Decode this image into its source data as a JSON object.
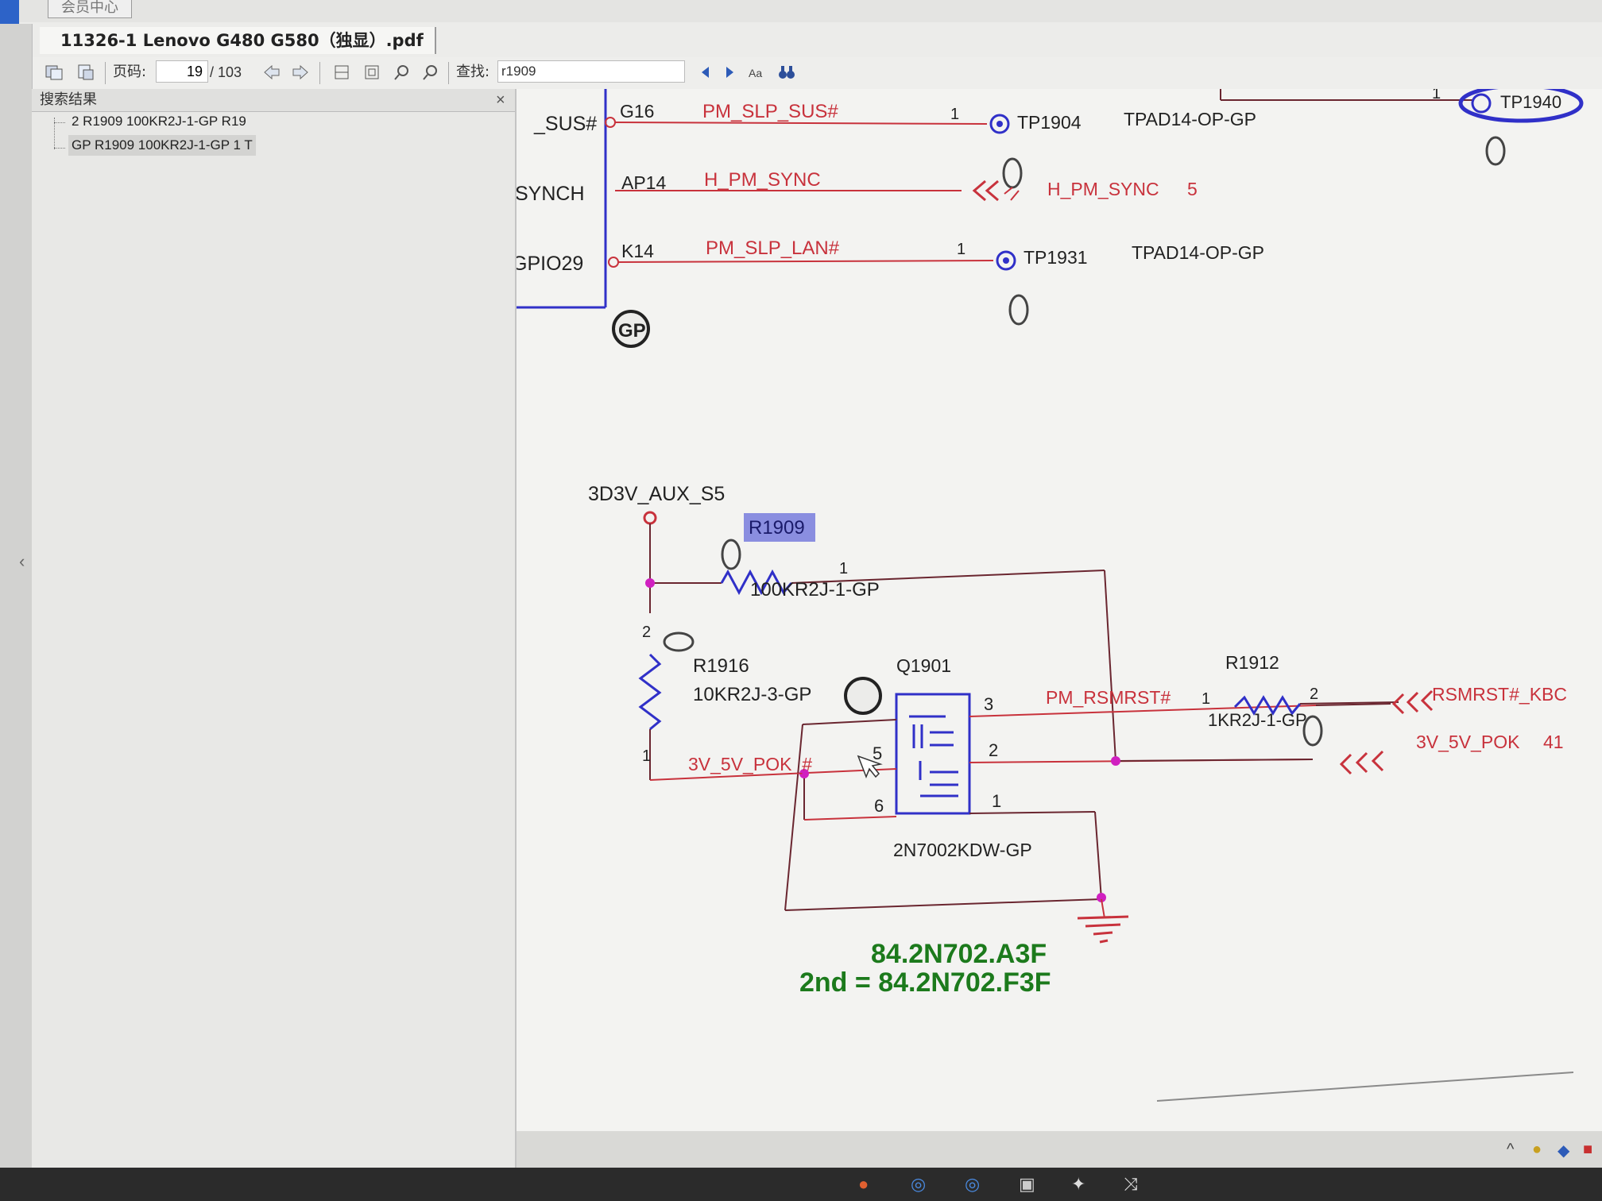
{
  "window": {
    "top_button": "会员中心",
    "doc_tab_title": "11326-1 Lenovo G480 G580（独显）.pdf"
  },
  "toolbar": {
    "page_label": "页码:",
    "page_current": "19",
    "page_total": "/ 103",
    "find_label": "查找:",
    "find_value": "r1909"
  },
  "sidebar": {
    "title": "搜索结果",
    "close": "×",
    "results": [
      "2 R1909 100KR2J-1-GP R19",
      "GP R1909 100KR2J-1-GP 1 T"
    ]
  },
  "schematic": {
    "top_pins": [
      {
        "name": "_SUS#",
        "pin": "G16",
        "net": "PM_SLP_SUS#",
        "num": "1",
        "tp": "TP1904",
        "part": "TPAD14-OP-GP"
      },
      {
        "name": "SYNCH",
        "pin": "AP14",
        "net": "H_PM_SYNC",
        "off": "H_PM_SYNC",
        "page": "5"
      },
      {
        "name": "GPIO29",
        "pin": "K14",
        "net": "PM_SLP_LAN#",
        "num": "1",
        "tp": "TP1931",
        "part": "TPAD14-OP-GP"
      }
    ],
    "tp1940": "TP1940",
    "tp1940_num": "1",
    "gp_badge": "GP",
    "power_rail": "3D3V_AUX_S5",
    "r1909": {
      "ref": "R1909",
      "value": "100KR2J-1-GP",
      "pin1": "1"
    },
    "r1916": {
      "ref": "R1916",
      "value": "10KR2J-3-GP",
      "pin2": "2",
      "pin1": "1"
    },
    "q1901": {
      "ref": "Q1901",
      "part": "2N7002KDW-GP",
      "pins": [
        "3",
        "5",
        "2",
        "6",
        "1"
      ]
    },
    "r1912": {
      "ref": "R1912",
      "value": "1KR2J-1-GP",
      "pin1": "1",
      "pin2": "2"
    },
    "nets": {
      "rsmrst": "PM_RSMRST#",
      "pok_n": "3V_5V_POK_#",
      "rsmrst_kbc": "RSMRST#_KBC",
      "pok": "3V_5V_POK",
      "pok_page": "41"
    },
    "part_number": "84.2N702.A3F",
    "second_source": "2nd = 84.2N702.F3F"
  },
  "colors": {
    "net_red": "#c8323c",
    "wire_dark": "#6a2630",
    "component_blue": "#3030c8",
    "highlight": "#8a8ee0",
    "green_text": "#1c7a1c",
    "junction": "#d020c0"
  }
}
